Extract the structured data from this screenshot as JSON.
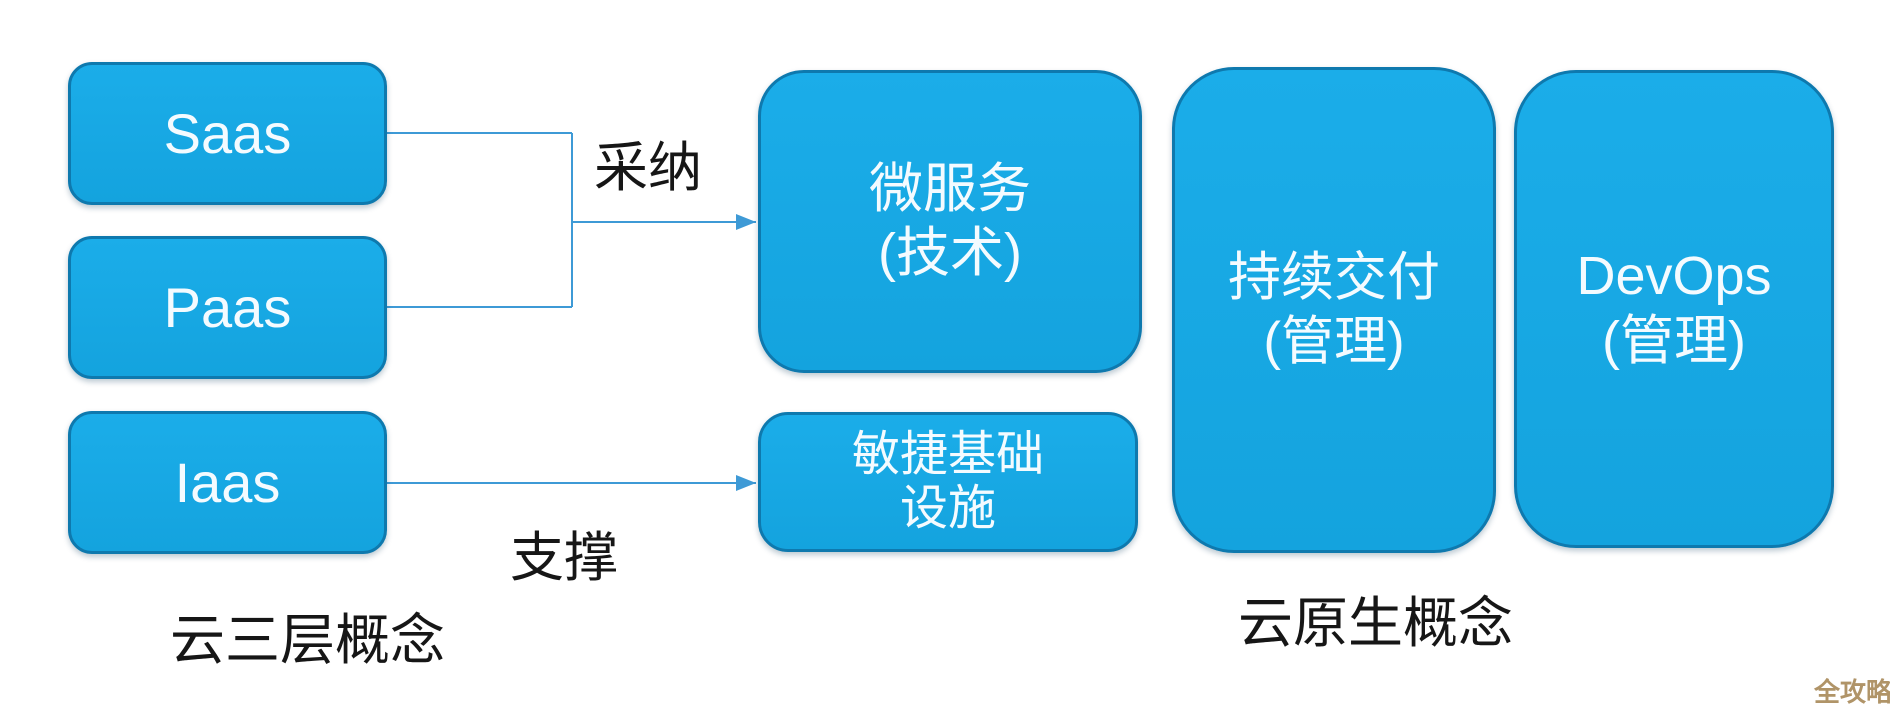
{
  "nodes": {
    "saas": {
      "label": "Saas"
    },
    "paas": {
      "label": "Paas"
    },
    "iaas": {
      "label": "Iaas"
    },
    "microservices": {
      "line1": "微服务",
      "line2": "(技术)"
    },
    "agile_infrastructure": {
      "line1": "敏捷基础",
      "line2": "设施"
    },
    "continuous_delivery": {
      "line1": "持续交付",
      "line2": "(管理)"
    },
    "devops": {
      "line1": "DevOps",
      "line2": "(管理)"
    }
  },
  "edge_labels": {
    "adopt": "采纳",
    "support": "支撑"
  },
  "captions": {
    "left_group": "云三层概念",
    "right_group": "云原生概念"
  },
  "watermark": {
    "text": "全攻略",
    "color": "#b09468"
  },
  "colors": {
    "node_fill": "#17a7e3",
    "node_border": "#0e79ae",
    "node_text": "#f4fbff",
    "connector": "#3e9ad6",
    "caption_text": "#161616",
    "background": "#ffffff"
  }
}
